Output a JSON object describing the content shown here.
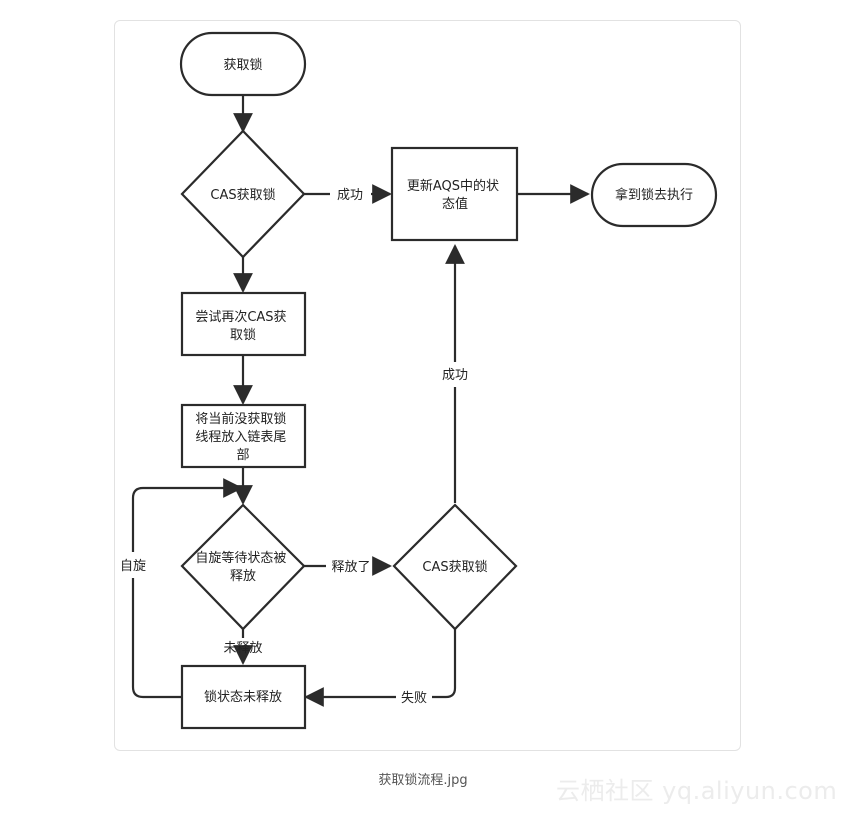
{
  "diagram": {
    "nodes": {
      "start": [
        "获取锁"
      ],
      "cas1": [
        "CAS获取锁"
      ],
      "update": [
        "更新AQS中的状",
        "态值"
      ],
      "done": [
        "拿到锁去执行"
      ],
      "retry": [
        "尝试再次CAS获",
        "取锁"
      ],
      "enqueue": [
        "将当前没获取锁",
        "线程放入链表尾",
        "部"
      ],
      "wait": [
        "自旋等待状态被",
        "释放"
      ],
      "cas2": [
        "CAS获取锁"
      ],
      "notreleased": [
        "锁状态未释放"
      ]
    },
    "edges": {
      "success1": "成功",
      "success2": "成功",
      "released": "释放了",
      "notrel": "未释放",
      "fail": "失败",
      "spin": "自旋"
    }
  },
  "caption": "获取锁流程.jpg",
  "watermark": "云栖社区 yq.aliyun.com",
  "colors": {
    "stroke": "#2b2b2b",
    "card_border": "#e2e2e2",
    "caption": "#555555"
  }
}
